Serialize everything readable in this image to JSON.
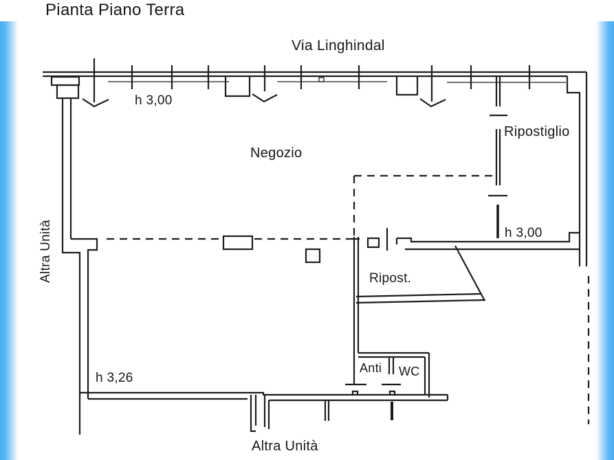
{
  "page": {
    "title": "Pianta Piano Terra"
  },
  "floor_plan": {
    "street": "Via Linghindal",
    "rooms": {
      "negozio": "Negozio",
      "ripostiglio": "Ripostiglio",
      "ripost": "Ripost.",
      "anti": "Anti",
      "wc": "WC"
    },
    "heights": {
      "storefront": "h 3,00",
      "storage_right": "h 3,00",
      "rear": "h 3,26"
    },
    "adjacent_units": {
      "left": "Altra Unità",
      "bottom": "Altra Unità"
    },
    "colors": {
      "wall_line": "#1c1c1c",
      "frame_accent": "#58b4f3",
      "paper": "#ffffff"
    }
  }
}
